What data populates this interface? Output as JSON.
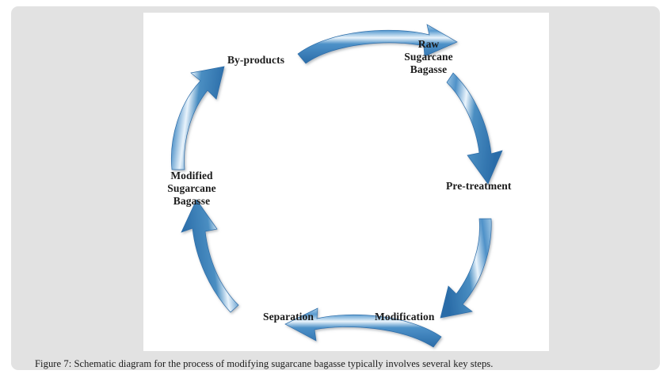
{
  "figure": {
    "caption": "Figure 7: Schematic diagram for the process of modifying sugarcane bagasse typically involves several key steps.",
    "panel_background": "#ffffff",
    "card_background": "#e2e2e2"
  },
  "diagram": {
    "type": "cycle",
    "arrow_color_dark": "#2e74b5",
    "arrow_color_mid": "#4a8ec2",
    "arrow_color_light": "#bcd9ef",
    "label_color": "#1a1a1a",
    "nodes": [
      {
        "id": "raw-sugarcane-bagasse",
        "label": "Raw\nSugarcane\nBagasse",
        "position": "top-right"
      },
      {
        "id": "pre-treatment",
        "label": "Pre-treatment",
        "position": "right"
      },
      {
        "id": "modification",
        "label": "Modification",
        "position": "bottom-right"
      },
      {
        "id": "separation",
        "label": "Separation",
        "position": "bottom-left"
      },
      {
        "id": "modified-sugarcane-bagasse",
        "label": "Modified\nSugarcane\nBagasse",
        "position": "left"
      },
      {
        "id": "by-products",
        "label": "By-products",
        "position": "top-left"
      }
    ],
    "arrows": [
      {
        "id": "arrow-byproducts-to-raw",
        "from": "by-products",
        "to": "raw-sugarcane-bagasse",
        "direction": "right"
      },
      {
        "id": "arrow-raw-to-pretreatment",
        "from": "raw-sugarcane-bagasse",
        "to": "pre-treatment",
        "direction": "down-right"
      },
      {
        "id": "arrow-pretreatment-to-modification",
        "from": "pre-treatment",
        "to": "modification",
        "direction": "down-left"
      },
      {
        "id": "arrow-modification-to-separation",
        "from": "modification",
        "to": "separation",
        "direction": "left"
      },
      {
        "id": "arrow-separation-to-modified",
        "from": "separation",
        "to": "modified-sugarcane-bagasse",
        "direction": "up-left"
      },
      {
        "id": "arrow-modified-to-byproducts",
        "from": "modified-sugarcane-bagasse",
        "to": "by-products",
        "direction": "up-right"
      }
    ]
  }
}
